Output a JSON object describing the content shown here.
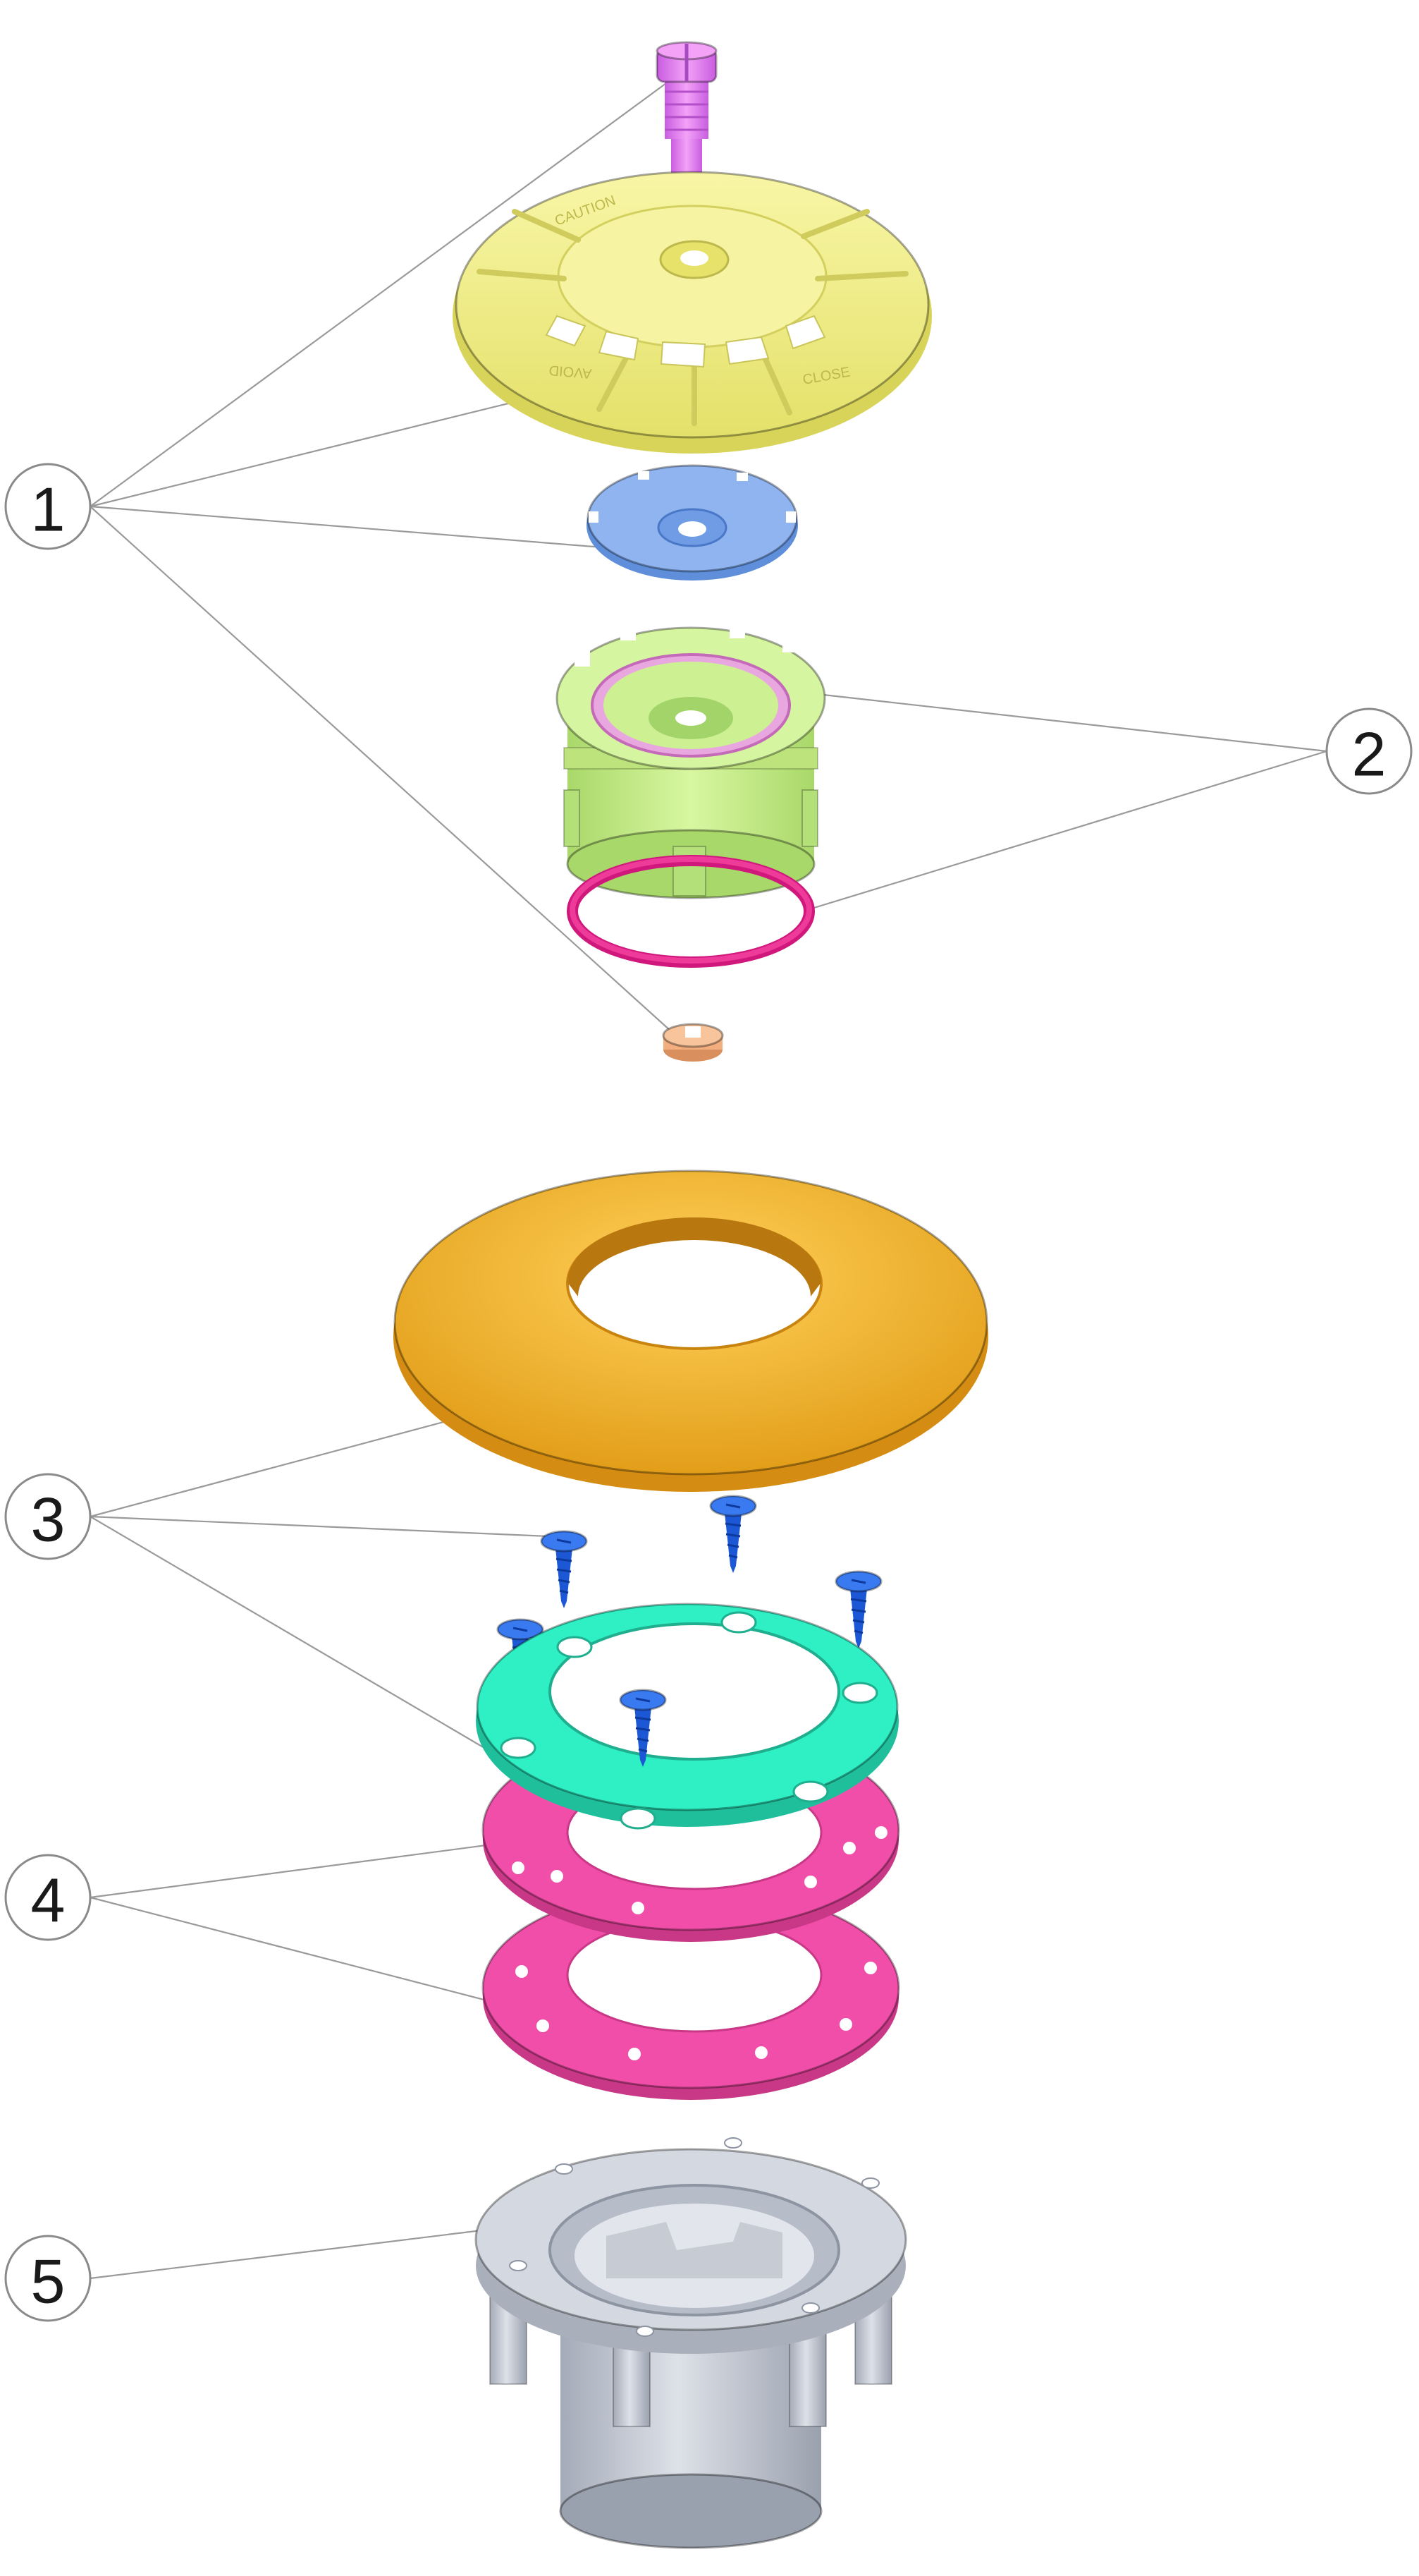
{
  "callouts": [
    {
      "id": "1",
      "label": "1"
    },
    {
      "id": "2",
      "label": "2"
    },
    {
      "id": "3",
      "label": "3"
    },
    {
      "id": "4",
      "label": "4"
    },
    {
      "id": "5",
      "label": "5"
    }
  ],
  "cover_text": {
    "line_a": "CAUTION",
    "line_b": "AVOID",
    "line_c": "CLOSE"
  },
  "colors": {
    "screw_pink": "#e879f0",
    "cover_yellow": "#f2f08a",
    "disk_blue": "#7fa9ec",
    "body_green": "#c9ee8a",
    "oring_magenta": "#e0208a",
    "clip_tan": "#f2ae7e",
    "flange_orange": "#f5b12a",
    "screw_blue": "#1f63e6",
    "ring_teal": "#2ff0c4",
    "gasket_pink": "#f04ea8",
    "housing_gray": "#c7ccd6"
  }
}
